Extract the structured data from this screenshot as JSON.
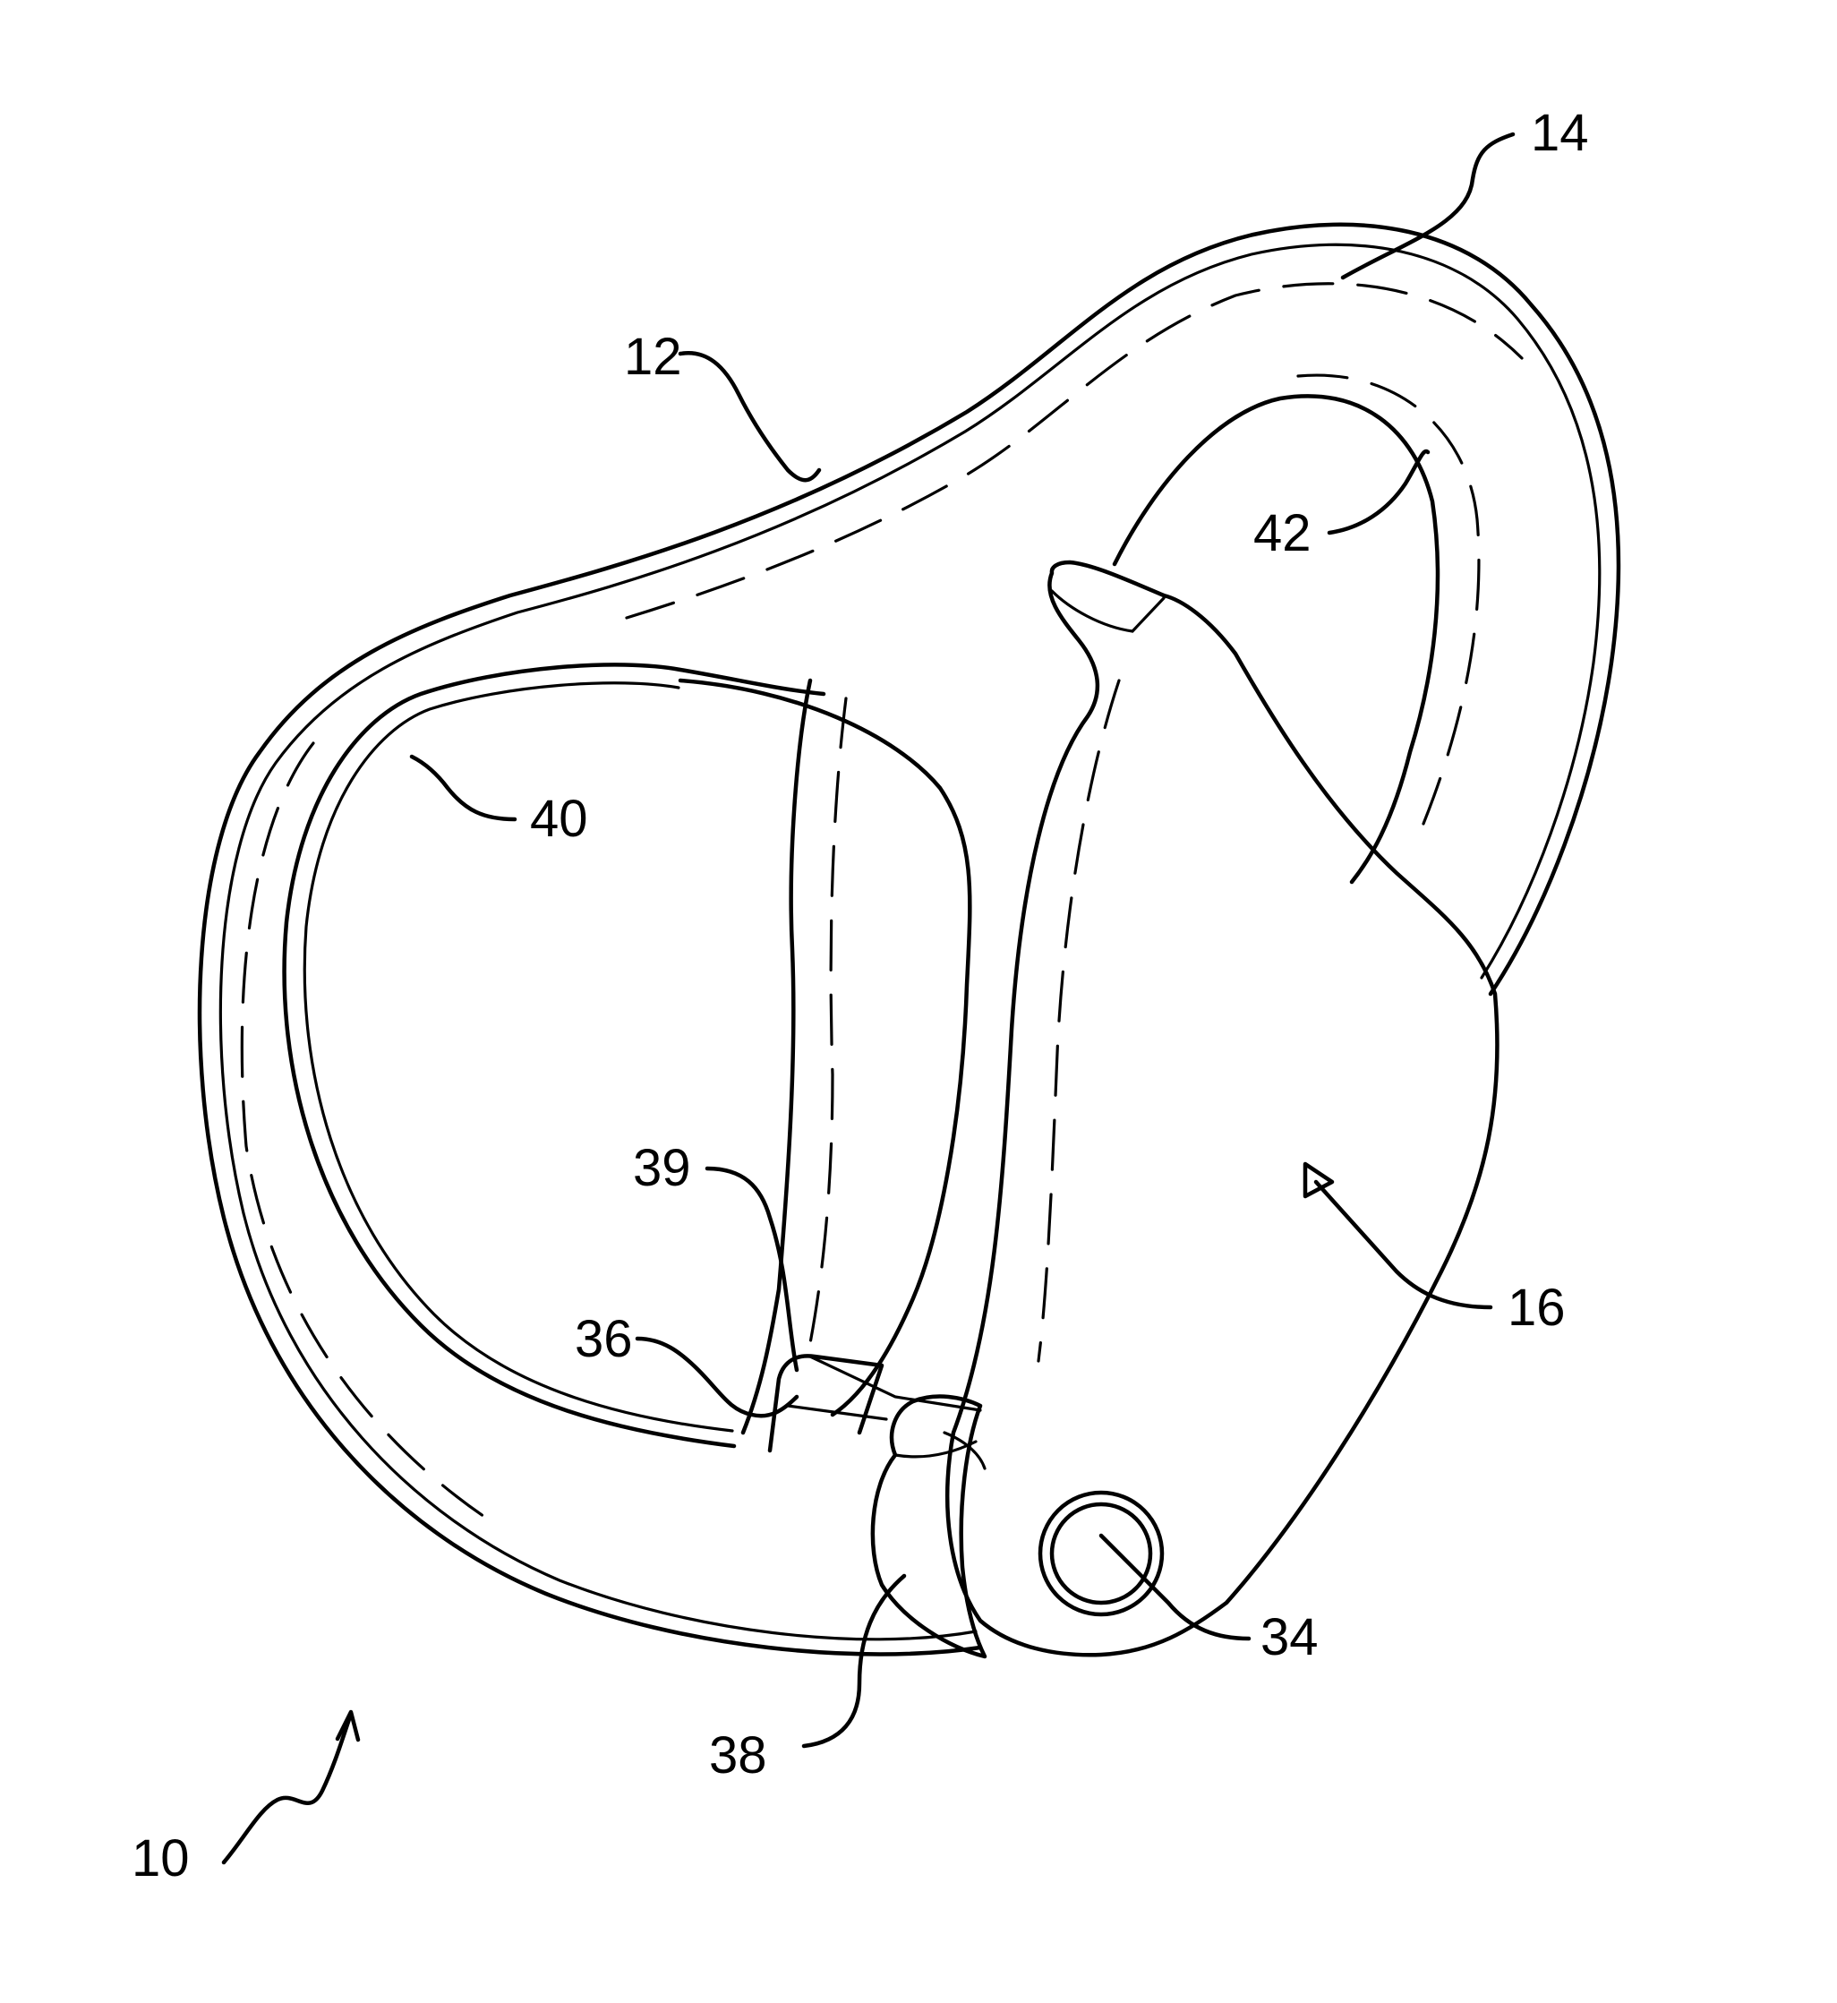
{
  "figure": {
    "reference_numerals": {
      "device": "10",
      "body": "12",
      "upper_portion": "14",
      "gate": "16",
      "pivot": "34",
      "notch": "36",
      "lip": "38",
      "nose": "39",
      "lower_opening": "40",
      "upper_opening": "42"
    },
    "colors": {
      "line": "#000000",
      "background": "#ffffff"
    }
  }
}
